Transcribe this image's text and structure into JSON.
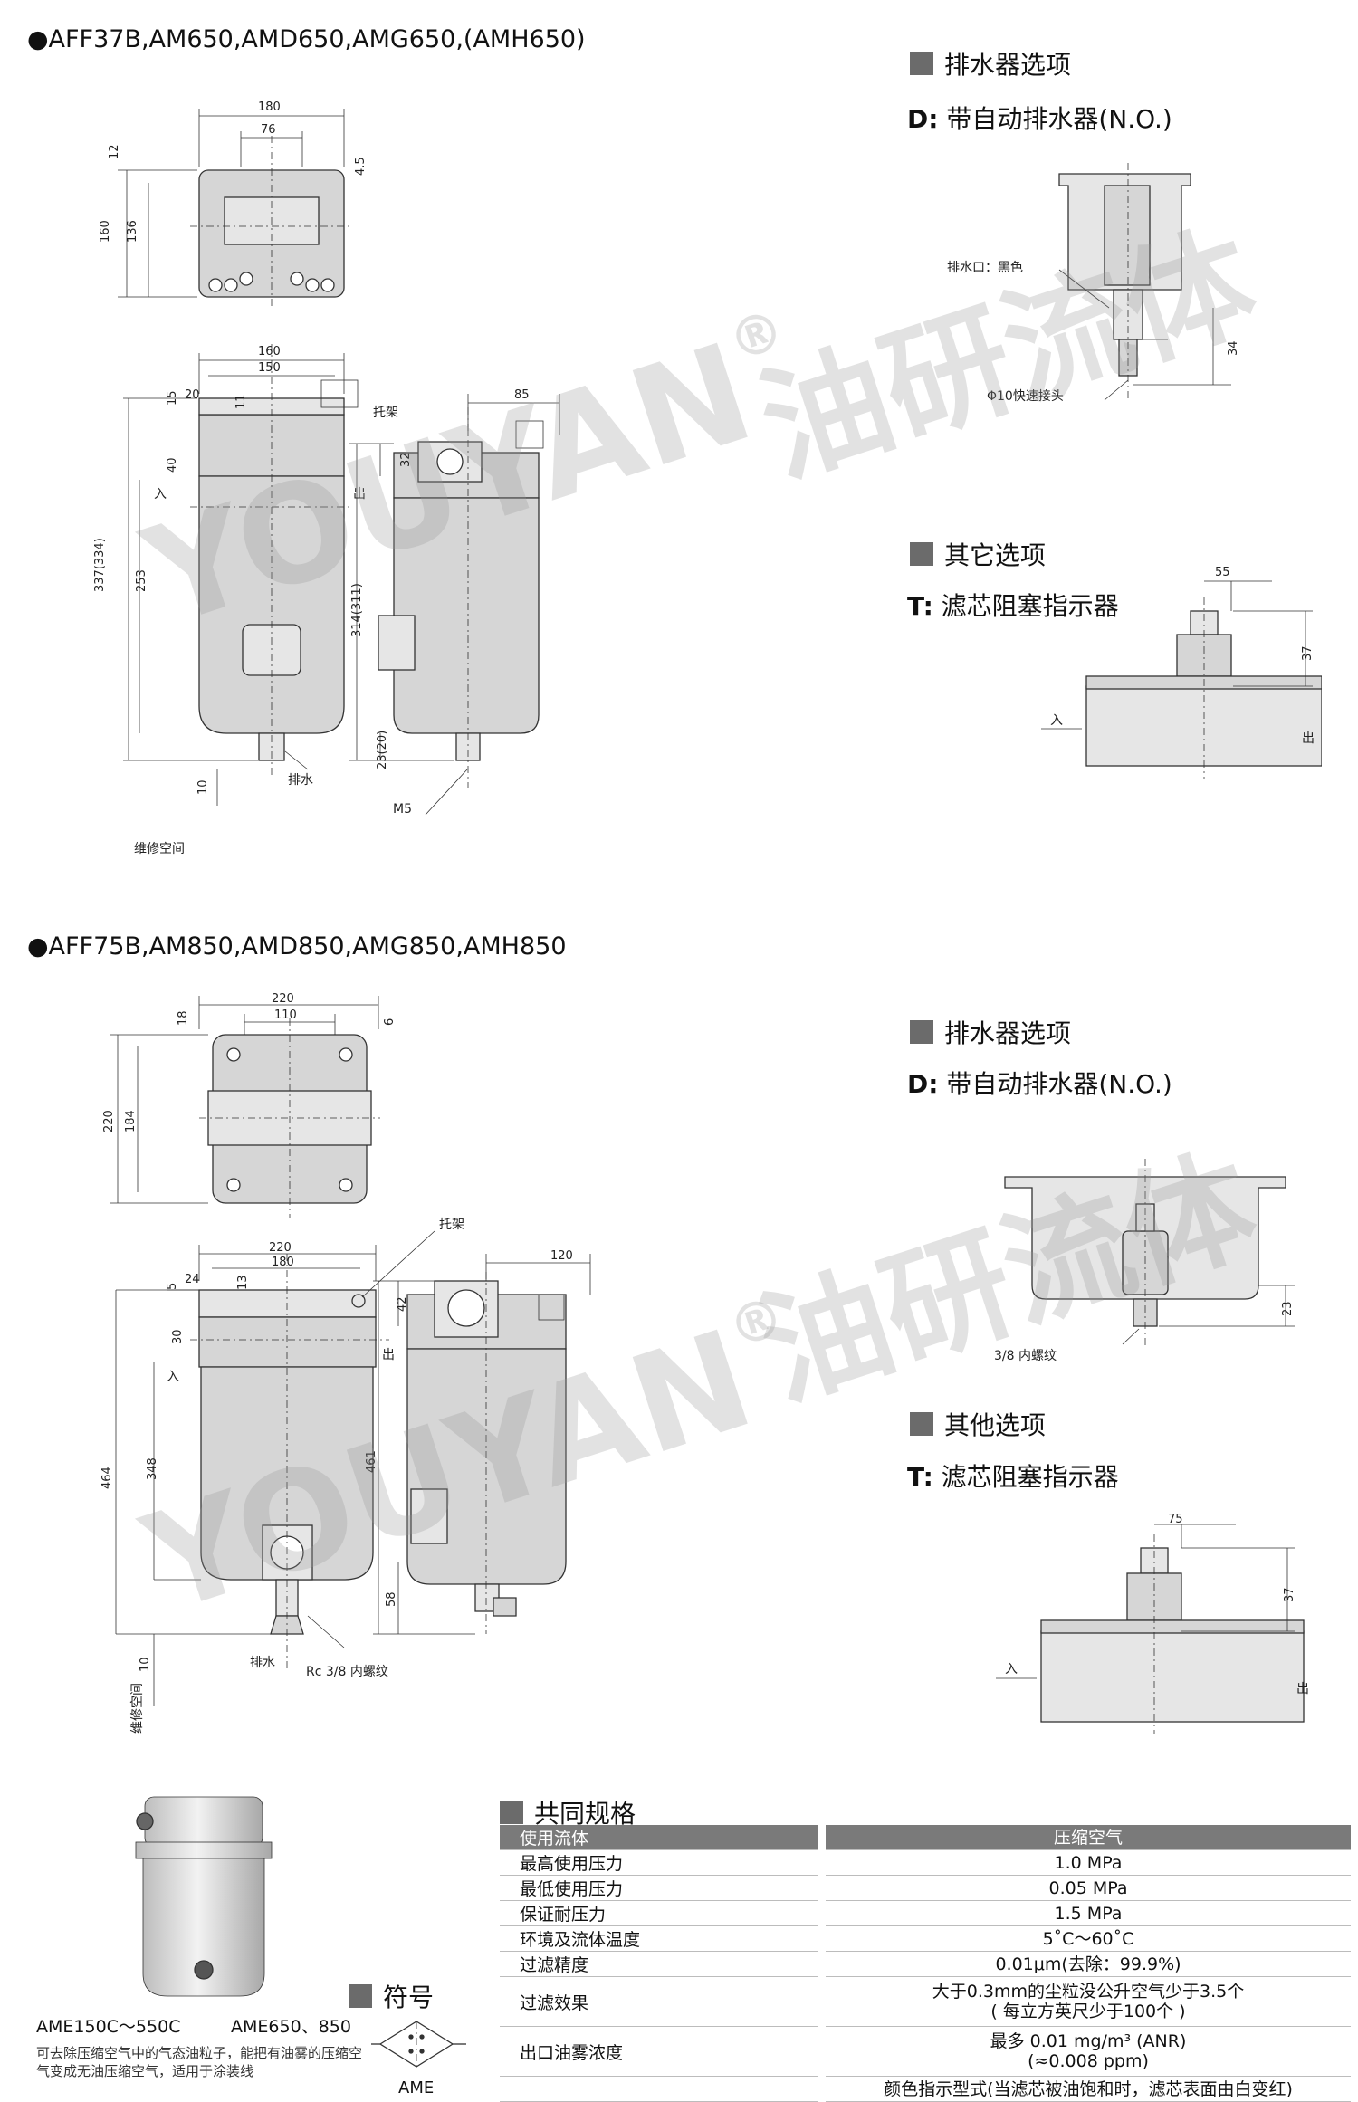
{
  "section1": {
    "title": "●AFF37B,AM650,AMD650,AMG650,(AMH650)",
    "top_view_dims": [
      "180",
      "76",
      "12",
      "4.5",
      "160",
      "136"
    ],
    "front_view_dims": [
      "160",
      "150",
      "15",
      "20",
      "11",
      "40",
      "337(334)",
      "253",
      "10"
    ],
    "front_labels": {
      "bracket": "托架",
      "inlet": "入",
      "outlet": "出",
      "drain": "排水",
      "service": "维修空间"
    },
    "side_view_dims": [
      "85",
      "32",
      "314(311)",
      "23(20)"
    ],
    "side_labels": {
      "m5": "M5"
    },
    "drain_option": {
      "heading": "排水器选项",
      "subtitle_code": "D:",
      "subtitle_text": " 带自动排水器(N.O.)",
      "port_label": "排水口：黑色",
      "fitting_label": "Φ10快速接头",
      "dim": "34"
    },
    "other_option": {
      "heading": "其它选项",
      "subtitle_code": "T:",
      "subtitle_text": " 滤芯阻塞指示器",
      "dims": [
        "55",
        "37"
      ],
      "inlet": "入",
      "outlet": "出"
    }
  },
  "section2": {
    "title": "●AFF75B,AM850,AMD850,AMG850,AMH850",
    "top_view_dims": [
      "220",
      "110",
      "18",
      "6",
      "220",
      "184"
    ],
    "front_view_dims": [
      "220",
      "180",
      "5",
      "24",
      "13",
      "30",
      "348",
      "464",
      "10"
    ],
    "front_labels": {
      "bracket": "托架",
      "inlet": "入",
      "outlet": "出",
      "drain": "排水",
      "rc": "Rc 3/8 内螺纹",
      "service": "维修空间"
    },
    "side_view_dims": [
      "120",
      "42",
      "461",
      "58"
    ],
    "drain_option": {
      "heading": "排水器选项",
      "subtitle_code": "D:",
      "subtitle_text": " 带自动排水器(N.O.)",
      "thread_label": "3/8 内螺纹",
      "dim": "23"
    },
    "other_option": {
      "heading": "其他选项",
      "subtitle_code": "T:",
      "subtitle_text": " 滤芯阻塞指示器",
      "dims": [
        "75",
        "37"
      ],
      "inlet": "入",
      "outlet": "出"
    }
  },
  "watermark": {
    "brand": "YOUYAN",
    "registered": "®",
    "cn": "油研流体"
  },
  "bottom": {
    "product_caption_left": "AME150C～550C",
    "product_caption_right": "AME650、850",
    "description": "可去除压缩空气中的气态油粒子，能把有油雾的压缩空气变成无油压缩空气，适用于涂装线",
    "symbol_heading": "符号",
    "symbol_caption": "AME",
    "spec_heading": "共同规格",
    "specs": [
      {
        "k": "使用流体",
        "v": [
          "压缩空气"
        ],
        "head": true
      },
      {
        "k": "最高使用压力",
        "v": [
          "1.0 MPa"
        ]
      },
      {
        "k": "最低使用压力",
        "v": [
          "0.05 MPa"
        ]
      },
      {
        "k": "保证耐压力",
        "v": [
          "1.5 MPa"
        ]
      },
      {
        "k": "环境及流体温度",
        "v": [
          "5˚C～60˚C"
        ]
      },
      {
        "k": "过滤精度",
        "v": [
          "0.01μm(去除：99.9%)"
        ]
      },
      {
        "k": "过滤效果",
        "v": [
          "大于0.3mm的尘粒没公升空气少于3.5个",
          "( 每立方英尺少于100个 )"
        ],
        "tall": true
      },
      {
        "k": "出口油雾浓度",
        "v": [
          "最多 0.01 mg/m³ (ANR)",
          "(≈0.008 ppm)"
        ],
        "tall": true
      },
      {
        "k": "",
        "v": [
          "颜色指示型式(当滤芯被油饱和时，滤芯表面由白变红)"
        ]
      }
    ]
  }
}
